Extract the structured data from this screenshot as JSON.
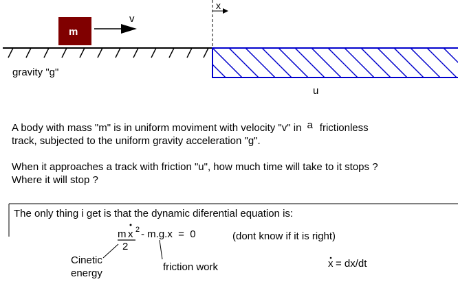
{
  "diagram": {
    "mass_label": "m",
    "velocity_label": "v",
    "axis_label": "x",
    "gravity_label": "gravity \"g\"",
    "friction_label": "u",
    "colors": {
      "mass_block": "#800000",
      "friction_zone": "#0000cc",
      "ground": "#000000"
    }
  },
  "problem": {
    "line1_pre": "A body with mass \"m\" is in uniform moviment with velocity \"v\" in",
    "line1_a": "a",
    "line1_post": "frictionless",
    "line2": "track, subjected to the uniform gravity acceleration \"g\".",
    "line3": "When it approaches a track with friction \"u\", how much time will take to it stops ?",
    "line4": "Where it will stop ?"
  },
  "answer": {
    "intro": "The only thing i get is that the dynamic diferential equation is:",
    "eq_m": "m",
    "eq_x": "x",
    "eq_sq": "2",
    "eq_den": "2",
    "eq_rest": "- m.g.x  =  0",
    "note": "(dont know if it is right)",
    "label_cinetic_1": "Cinetic",
    "label_cinetic_2": "energy",
    "label_friction": "friction work",
    "def_x": "x",
    "def_rest": "= dx/dt"
  }
}
